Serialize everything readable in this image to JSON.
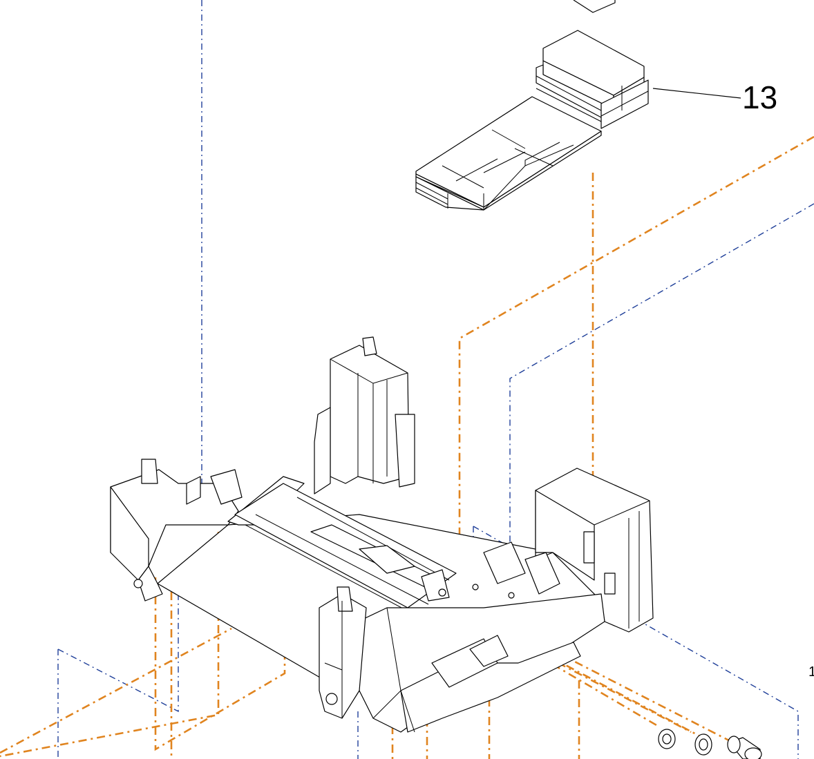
{
  "callouts": [
    {
      "id": "13",
      "label": "13"
    }
  ],
  "edge_label": "1",
  "colors": {
    "guide_blue": "#1f3f99",
    "guide_orange": "#e0841f",
    "line": "#000000",
    "background": "#ffffff"
  }
}
